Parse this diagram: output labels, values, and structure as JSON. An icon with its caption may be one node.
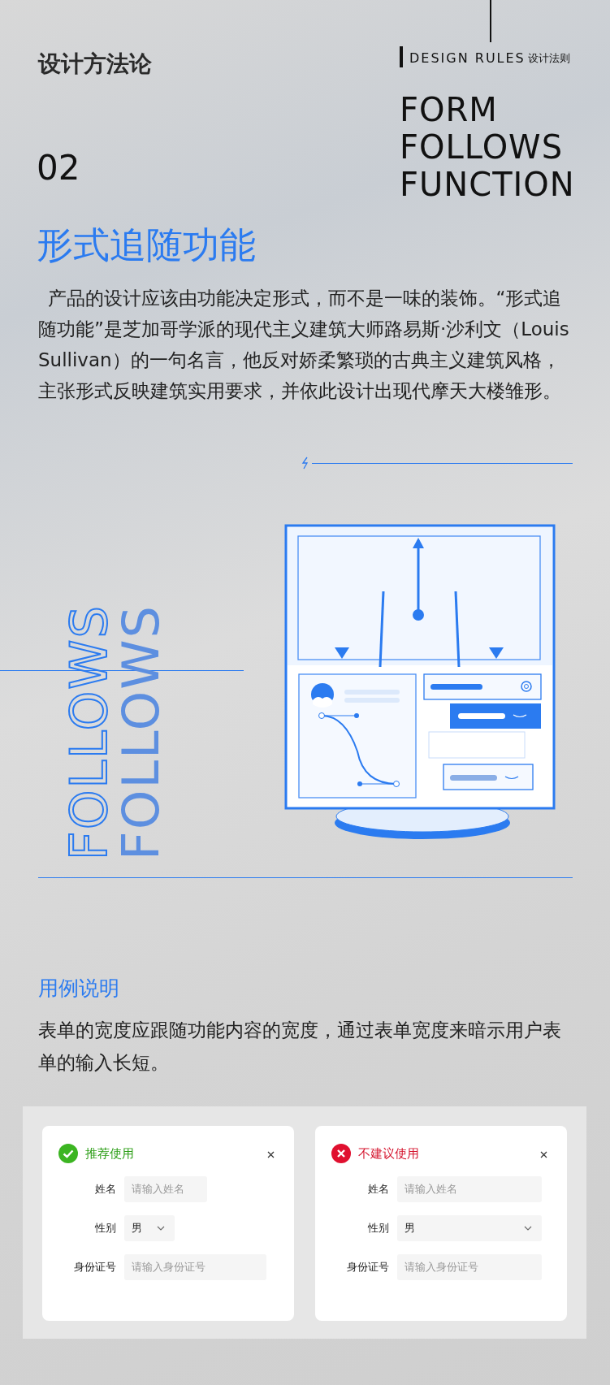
{
  "diagram": {
    "nodes": [
      {
        "text": [
          "推荐使用"
        ]
      },
      {
        "text": [
          "请输入姓名"
        ],
        "in": 0,
        "beside": [
          "姓名"
        ]
      },
      {
        "text": [
          "男"
        ],
        "in": 0,
        "beside": [
          "性别"
        ]
      },
      {
        "text": [
          "请输入身份证号"
        ],
        "in": 0,
        "beside": [
          "身份证号"
        ]
      },
      {
        "text": [
          "不建议使用"
        ]
      },
      {
        "text": [
          "请输入姓名"
        ],
        "in": 4,
        "beside": [
          "姓名"
        ]
      },
      {
        "text": [
          "男"
        ],
        "in": 4,
        "beside": [
          "性别"
        ]
      },
      {
        "text": [
          "请输入身份证号"
        ],
        "in": 4,
        "beside": [
          "身份证号"
        ]
      }
    ],
    "edges": [],
    "labels": [
      "设计方法论",
      "DESIGN RULES",
      "设计法则",
      "02",
      "FORM FOLLOWS FUNCTION",
      "形式追随功能",
      "产品的设计应该由功能决定形式，而不是一味的装饰。“形式追随功能”是芝加哥学派的现代主义建筑大师路易斯·沙利文（Louis Sullivan）的一句名言，他反对娇柔繁琐的古典主义建筑风格，主张形式反映建筑实用要求，并依此设计出现代摩天大楼雏形。",
      "FOLLOWS",
      "FOLLOWS",
      "用例说明",
      "表单的宽度应跟随功能内容的宽度，通过表单宽度来暗示用户表单的输入长短。"
    ]
  }
}
